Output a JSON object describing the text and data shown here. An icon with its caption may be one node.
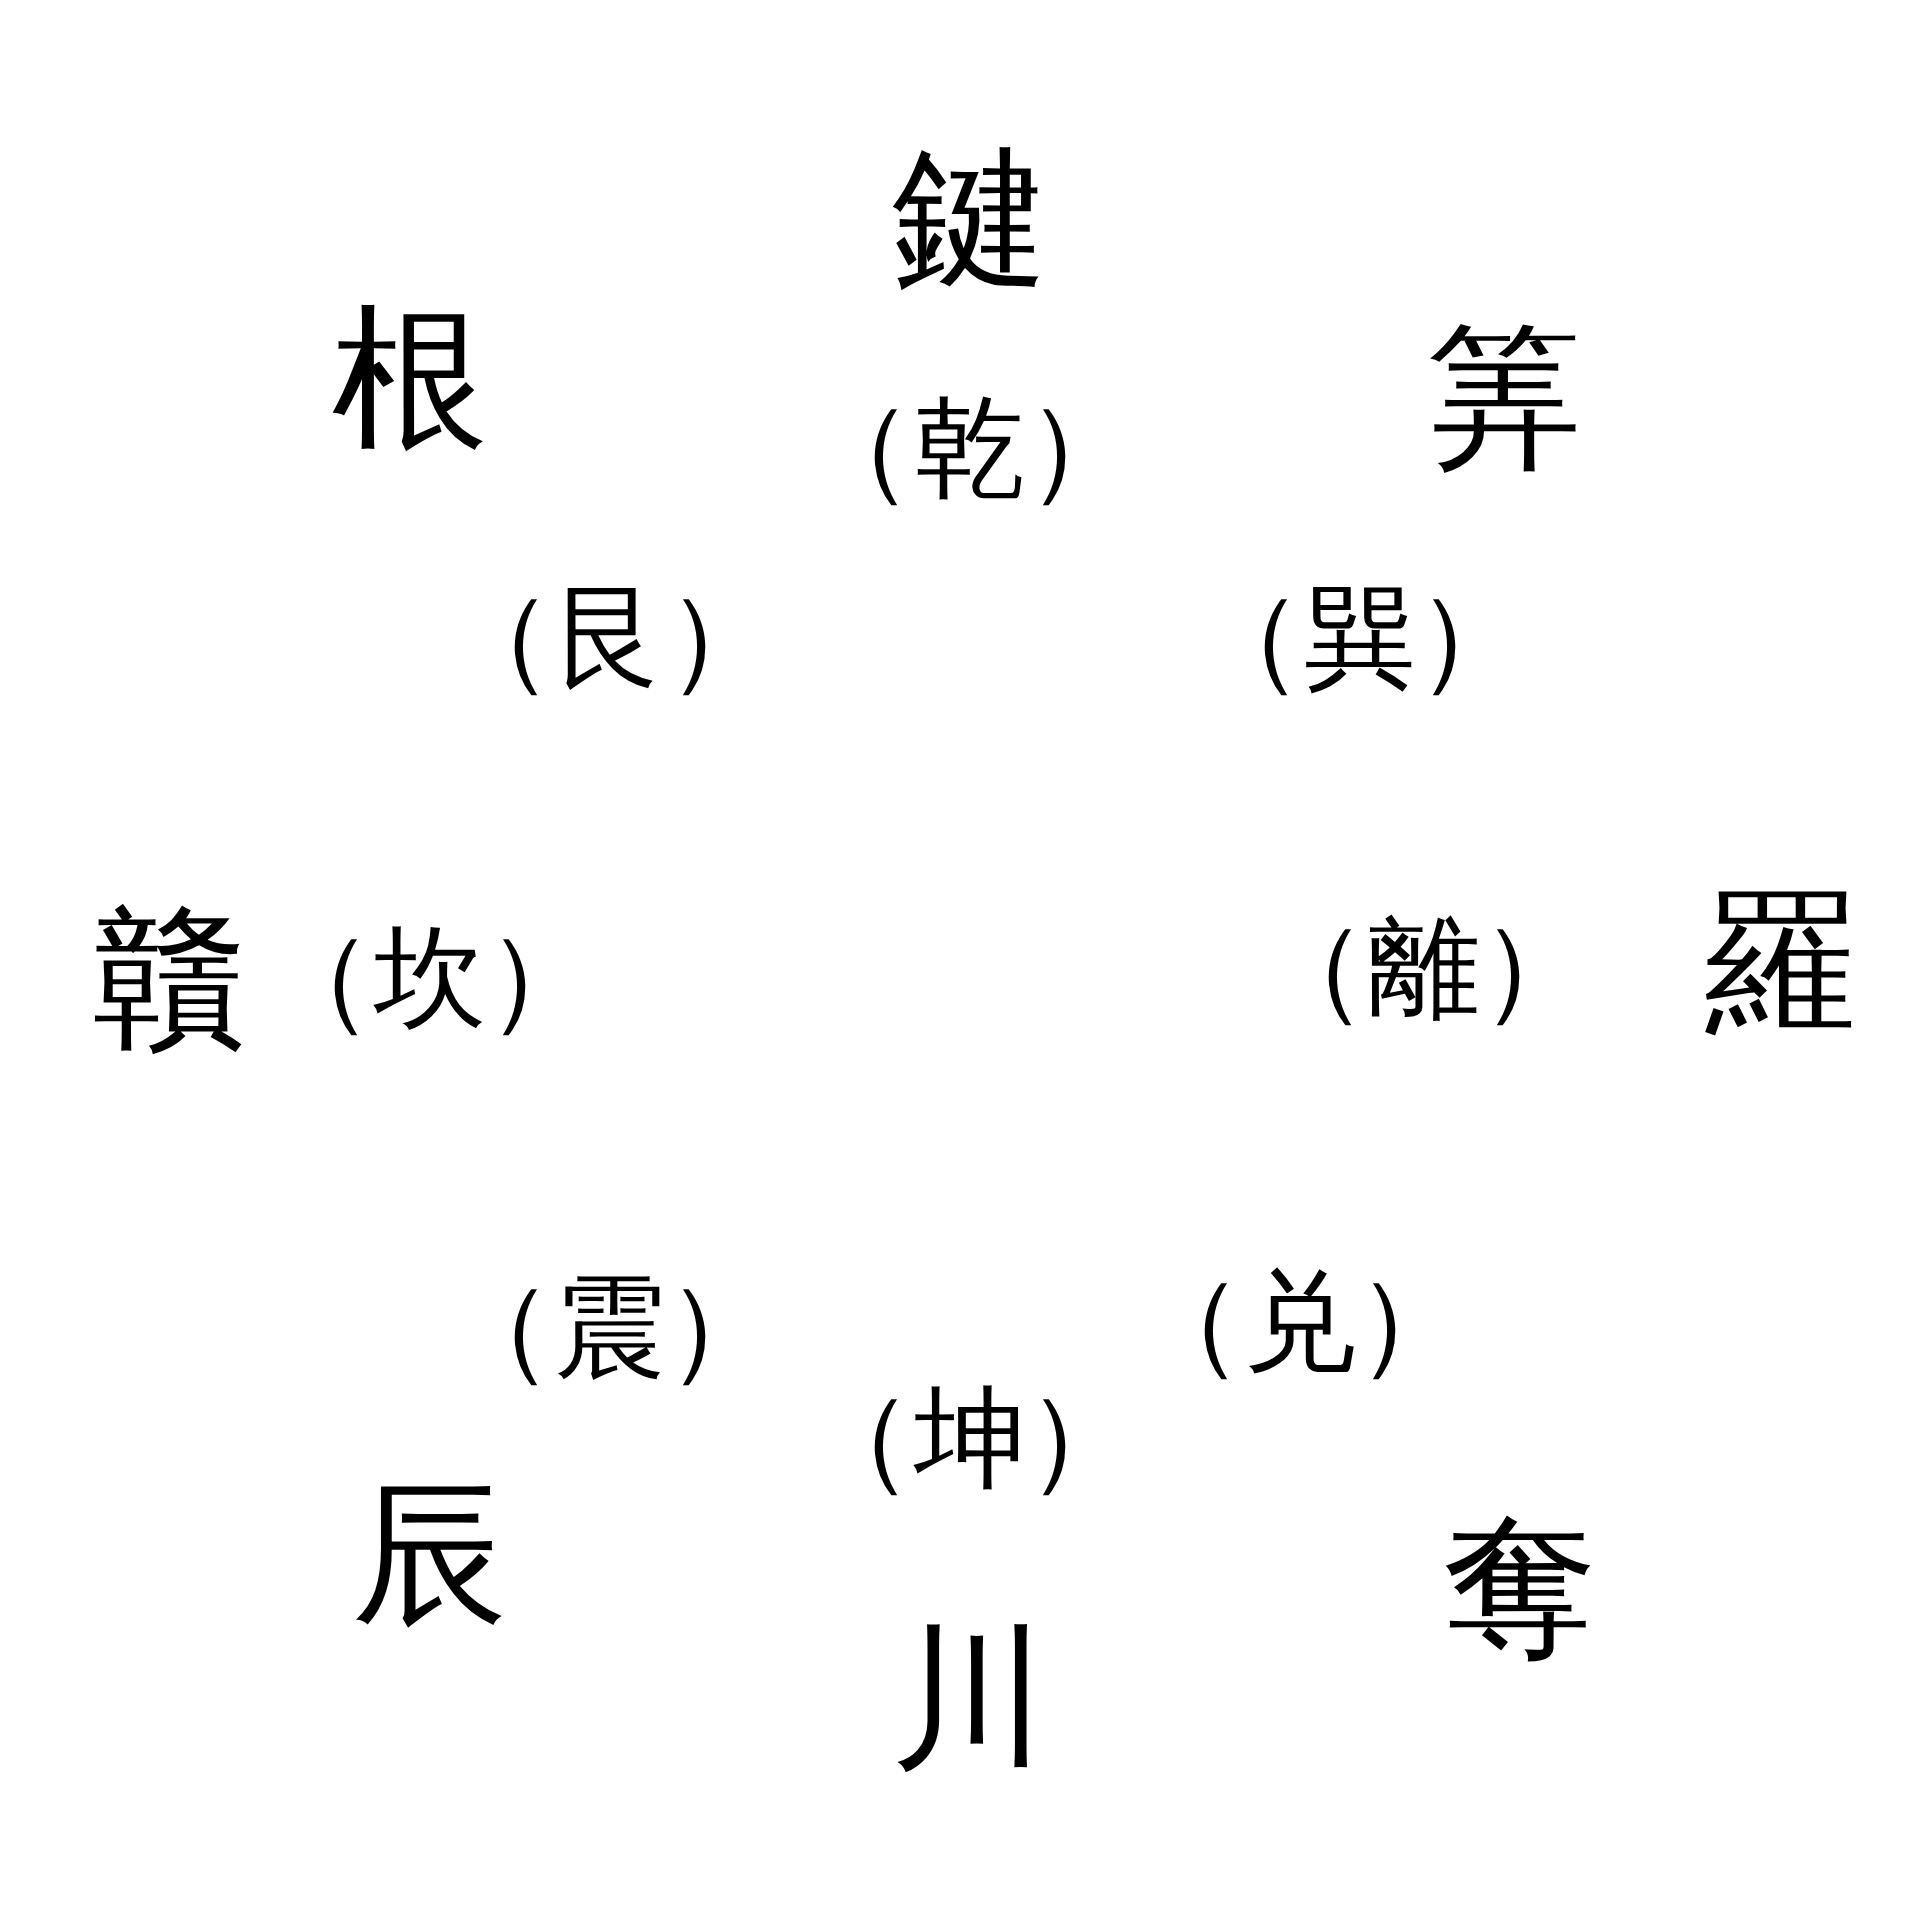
{
  "diagram": {
    "labels": [
      "鍵",
      "根",
      "（乾）",
      "筭",
      "（艮）",
      "（巽）",
      "贛",
      "（坎）",
      "（離）",
      "羅",
      "（震）",
      "（兑）",
      "（坤）",
      "辰",
      "奪",
      "川"
    ]
  }
}
